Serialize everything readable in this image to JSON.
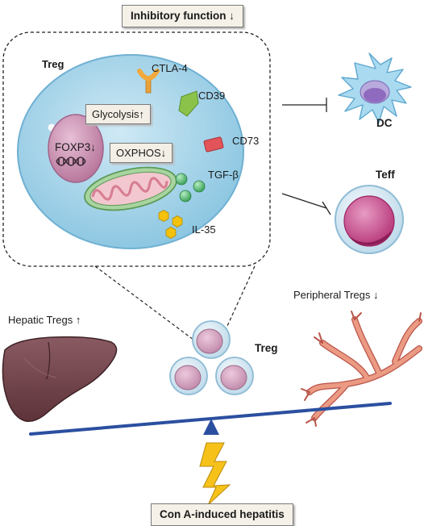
{
  "title": "Inhibitory function ↓",
  "treg_cell": {
    "label": "Treg",
    "nucleus_label": "FOXP3↓",
    "glycolysis": "Glycolysis↑",
    "oxphos": "OXPHOS↓"
  },
  "molecules": {
    "ctla4": "CTLA-4",
    "cd39": "CD39",
    "cd73": "CD73",
    "tgfb": "TGF-β",
    "il35": "IL-35"
  },
  "targets": {
    "dc": "DC",
    "teff": "Teff"
  },
  "cluster_label": "Treg",
  "hepatic_tregs": "Hepatic Tregs ↑",
  "peripheral_tregs": "Peripheral Tregs ↓",
  "bottom_label": "Con A-induced hepatitis",
  "colors": {
    "cell": "#9ed2ea",
    "nucleus": "#c98fb3",
    "mitochondrion": "#9fc79a",
    "cd39": "#8bc34a",
    "cd73": "#e2545a",
    "ctla4": "#f2a93b",
    "tgfb": "#5fbf77",
    "il35": "#f4c20d",
    "balance_beam": "#2b4fa0",
    "lightning": "#f6c21a",
    "liver": "#7a4b52",
    "vessel": "#e48a73"
  }
}
